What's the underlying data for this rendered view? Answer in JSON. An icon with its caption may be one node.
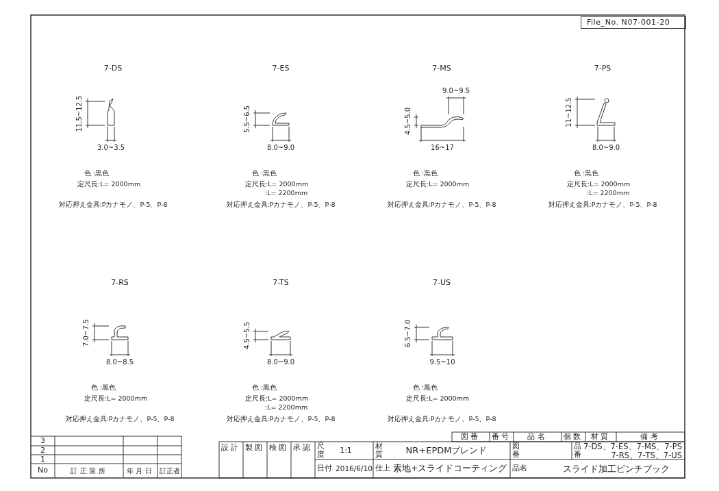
{
  "diagram": {
    "labels": [
      "File_No. N07-001-20",
      "7-DS",
      "11.5~12.5",
      "3.0~3.5",
      "色 :黒色",
      "定尺長:L= 2000mm",
      "対応押え金具:Pカナモノ、P-5、P-8",
      "7-ES",
      "5.5~6.5",
      "8.0~9.0",
      "色 :黒色",
      "定尺長:L= 2000mm",
      ":L= 2200mm",
      "対応押え金具:Pカナモノ、P-5、P-8",
      "7-MS",
      "9.0~9.5",
      "4.5~5.0",
      "16~17",
      "色 :黒色",
      "定尺長:L= 2000mm",
      "対応押え金具:Pカナモノ、P-5、P-8",
      "7-PS",
      "11~12.5",
      "8.0~9.0",
      "色 :黒色",
      "定尺長:L= 2000mm",
      ":L= 2200mm",
      "対応押え金具:Pカナモノ、P-5、P-8",
      "7-RS",
      "7.0~7.5",
      "8.0~8.5",
      "色 :黒色",
      "定尺長:L= 2000mm",
      "対応押え金具:Pカナモノ、P-5、P-8",
      "7-TS",
      "4.5~5.5",
      "8.0~9.0",
      "色 :黒色",
      "定尺長:L= 2000mm",
      ":L= 2200mm",
      "対応押え金具:Pカナモノ、P-5、P-8",
      "7-US",
      "6.5~7.0",
      "9.5~10",
      "色 :黒色",
      "定尺長:L= 2000mm",
      "対応押え金具:Pカナモノ、P-5、P-8",
      "3",
      "2",
      "1",
      "No",
      "訂正箇所",
      "年月日",
      "訂正者",
      "図番",
      "番号",
      "品名",
      "個数",
      "材質",
      "備考",
      "設計",
      "製図",
      "検図",
      "承認",
      "尺度",
      "1:1",
      "材質",
      "NR+EPDMブレンド",
      "図番",
      "品番",
      "7-DS、7-ES、7-MS、7-PS 7-RS、7-TS、7-US",
      "日付",
      "2016/6/10",
      "仕上",
      "素地+スライドコーティング",
      "品名",
      "スライド加工ピンチブック"
    ]
  }
}
